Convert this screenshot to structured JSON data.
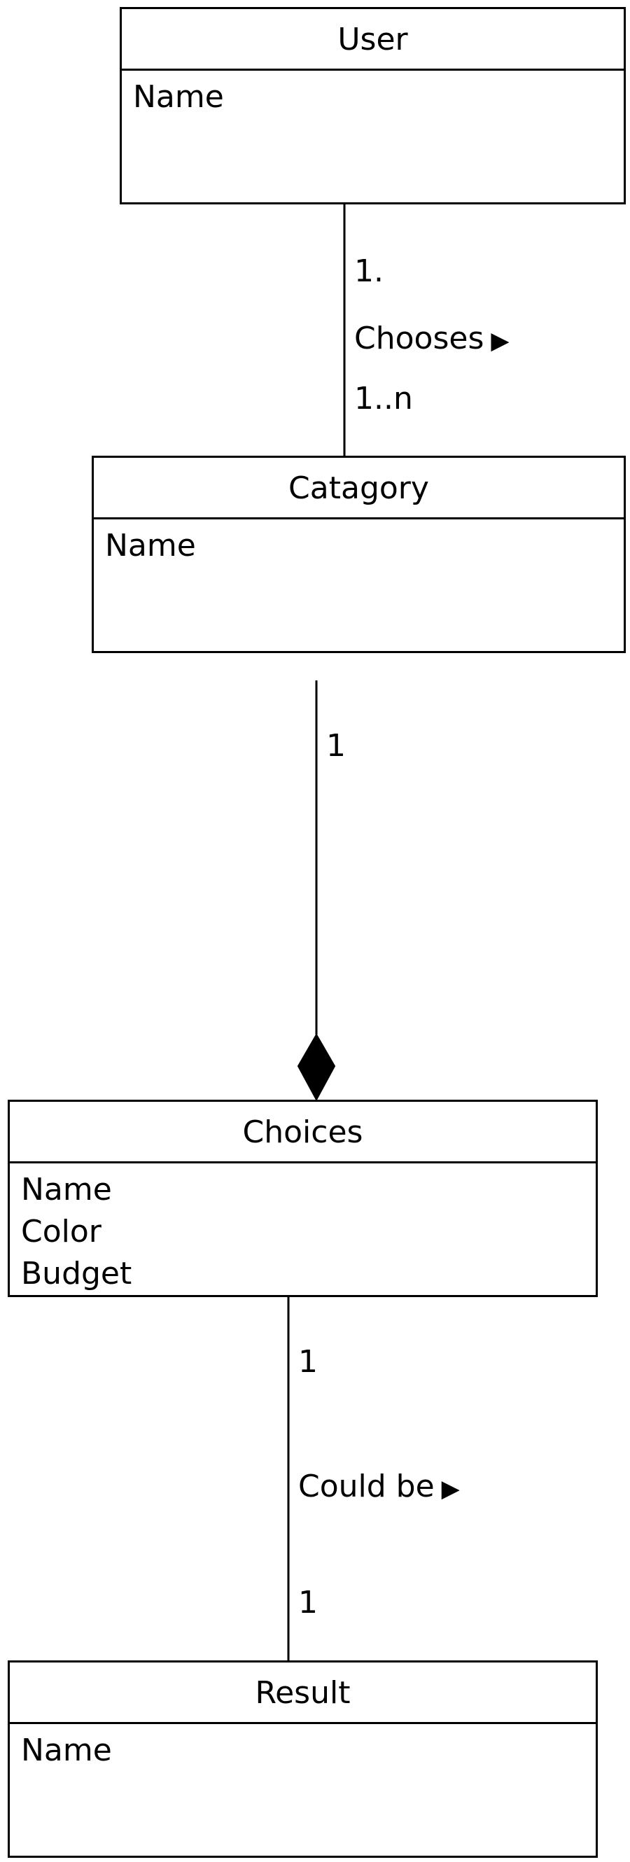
{
  "classes": [
    {
      "title": "User",
      "attributes": [
        "Name"
      ]
    },
    {
      "title": "Catagory",
      "attributes": [
        "Name"
      ]
    },
    {
      "title": "Choices",
      "attributes": [
        "Name",
        "Color",
        "Budget"
      ]
    },
    {
      "title": "Result",
      "attributes": [
        "Name"
      ]
    }
  ],
  "associations": [
    {
      "from": "User",
      "to": "Catagory",
      "multiplicity_source": "1.",
      "name": "Chooses",
      "direction_glyph": "▶",
      "multiplicity_target": "1..n"
    },
    {
      "from": "Catagory",
      "to": "Choices",
      "kind": "composition",
      "multiplicity_source": "1"
    },
    {
      "from": "Choices",
      "to": "Result",
      "multiplicity_source": "1",
      "name": "Could be",
      "direction_glyph": "▶",
      "multiplicity_target": "1"
    }
  ]
}
